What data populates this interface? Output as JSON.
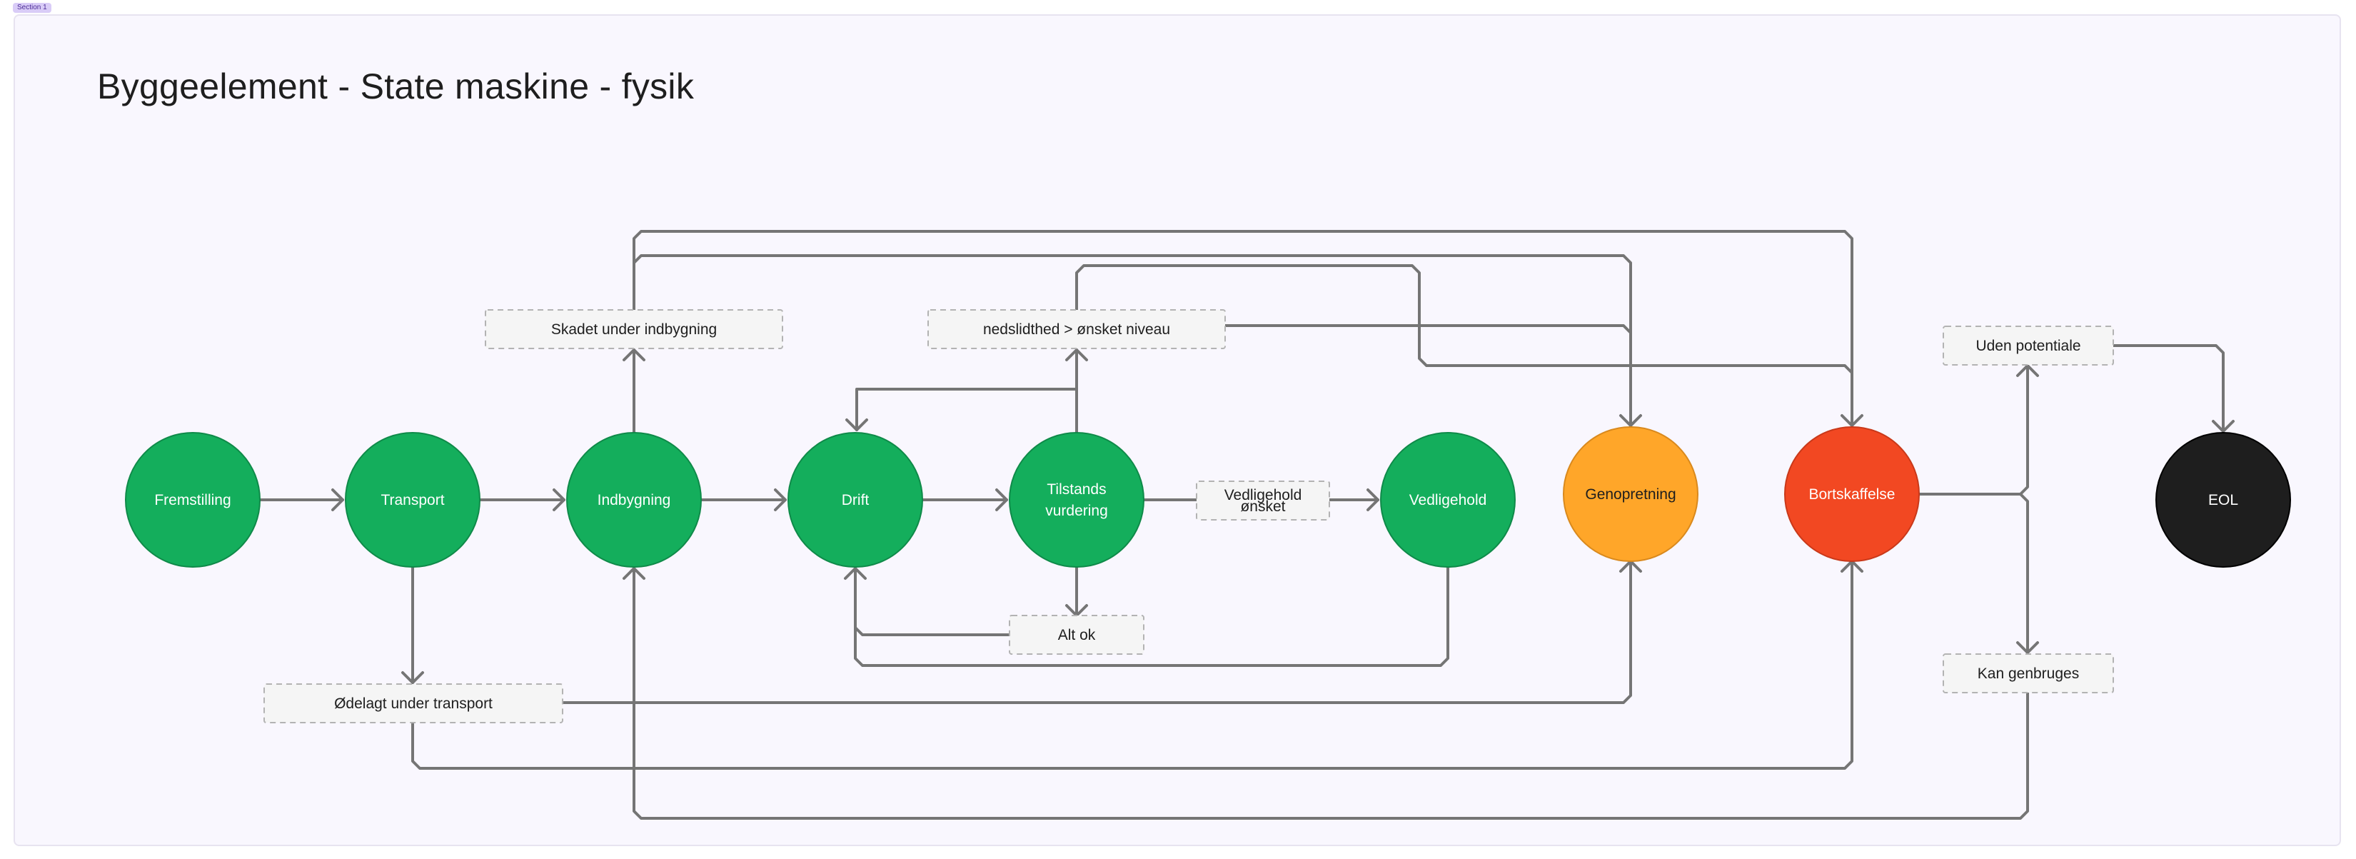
{
  "section": {
    "tag": "Section 1"
  },
  "title": "Byggeelement - State maskine - fysik",
  "nodes": [
    {
      "id": "fremstilling",
      "label": [
        "Fremstilling"
      ],
      "color": "#14ae5c",
      "stroke": "#0f8a49",
      "text_dark": false
    },
    {
      "id": "transport",
      "label": [
        "Transport"
      ],
      "color": "#14ae5c",
      "stroke": "#0f8a49",
      "text_dark": false
    },
    {
      "id": "indbygning",
      "label": [
        "Indbygning"
      ],
      "color": "#14ae5c",
      "stroke": "#0f8a49",
      "text_dark": false
    },
    {
      "id": "drift",
      "label": [
        "Drift"
      ],
      "color": "#14ae5c",
      "stroke": "#0f8a49",
      "text_dark": false
    },
    {
      "id": "tilstandsvurdering",
      "label": [
        "Tilstands",
        "vurdering"
      ],
      "color": "#14ae5c",
      "stroke": "#0f8a49",
      "text_dark": false
    },
    {
      "id": "vedligehold",
      "label": [
        "Vedligehold"
      ],
      "color": "#14ae5c",
      "stroke": "#0f8a49",
      "text_dark": false
    },
    {
      "id": "genopretning",
      "label": [
        "Genopretning"
      ],
      "color": "#ffa629",
      "stroke": "#d9891d",
      "text_dark": true
    },
    {
      "id": "bortskaffelse",
      "label": [
        "Bortskaffelse"
      ],
      "color": "#f24822",
      "stroke": "#c9391a",
      "text_dark": false
    },
    {
      "id": "eol",
      "label": [
        "EOL"
      ],
      "color": "#1e1e1e",
      "stroke": "#000000",
      "text_dark": false
    }
  ],
  "labels": [
    {
      "id": "skadet",
      "text": [
        "Skadet under indbygning"
      ]
    },
    {
      "id": "nedslidthed",
      "text": [
        "nedslidthed > ønsket niveau"
      ]
    },
    {
      "id": "vedligehold-onsket",
      "text": [
        "Vedligehold",
        "ønsket"
      ]
    },
    {
      "id": "alt-ok",
      "text": [
        "Alt ok"
      ]
    },
    {
      "id": "odelagt",
      "text": [
        "Ødelagt under transport"
      ]
    },
    {
      "id": "uden-potentiale",
      "text": [
        "Uden potentiale"
      ]
    },
    {
      "id": "kan-genbruges",
      "text": [
        "Kan genbruges"
      ]
    }
  ]
}
